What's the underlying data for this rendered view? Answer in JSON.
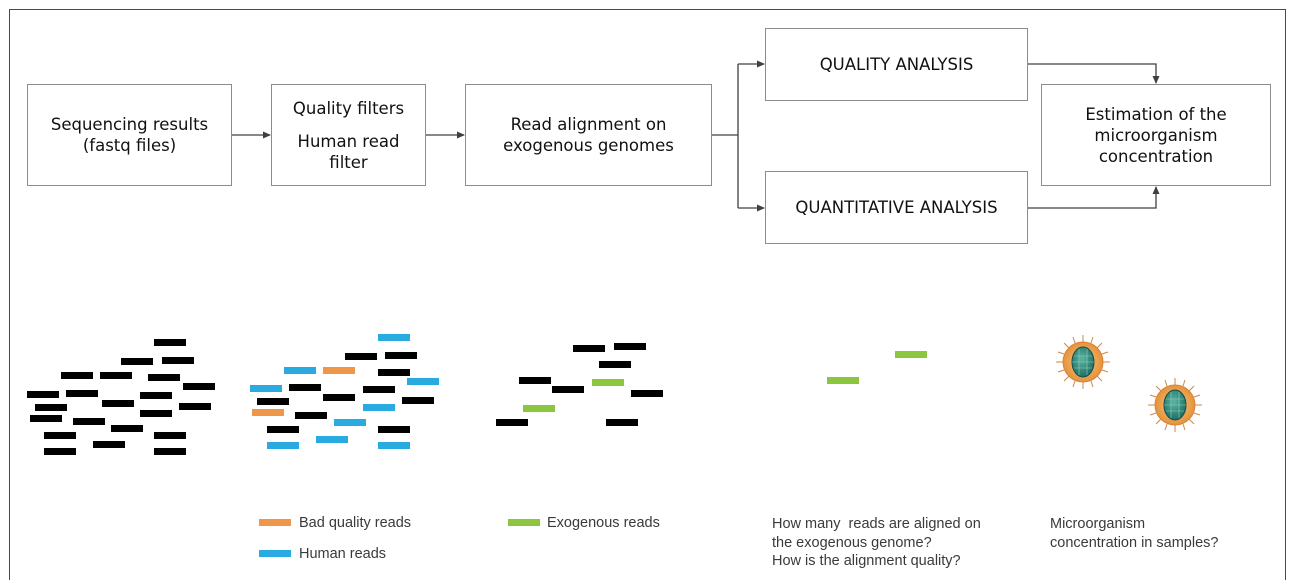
{
  "colors": {
    "normal_read": "#000000",
    "bad_quality": "#f0964a",
    "human": "#29abe2",
    "exogenous": "#8cc63f",
    "box_border": "#8c8c8c",
    "arrow": "#404040"
  },
  "boxes": {
    "sequencing": [
      "Sequencing results",
      "(fastq files)"
    ],
    "filters_top": "Quality filters",
    "filters_bottom": [
      "Human read",
      "filter"
    ],
    "alignment": [
      "Read alignment on",
      "exogenous genomes"
    ],
    "quality": "QUALITY ANALYSIS",
    "quantitative": "QUANTITATIVE ANALYSIS",
    "estimation": [
      "Estimation of the",
      "microorganism",
      "concentration"
    ]
  },
  "legend": {
    "bad_quality": "Bad quality reads",
    "human": "Human reads",
    "exogenous": "Exogenous reads"
  },
  "captions": {
    "alignment_q1": "How many  reads are aligned on",
    "alignment_q2": "the exogenous genome?",
    "alignment_q3": "How is the alignment quality?",
    "micro_q1": "Microorganism",
    "micro_q2": "concentration in samples?"
  },
  "icons": [
    "microorganism-cell-icon",
    "microorganism-cell-icon"
  ]
}
